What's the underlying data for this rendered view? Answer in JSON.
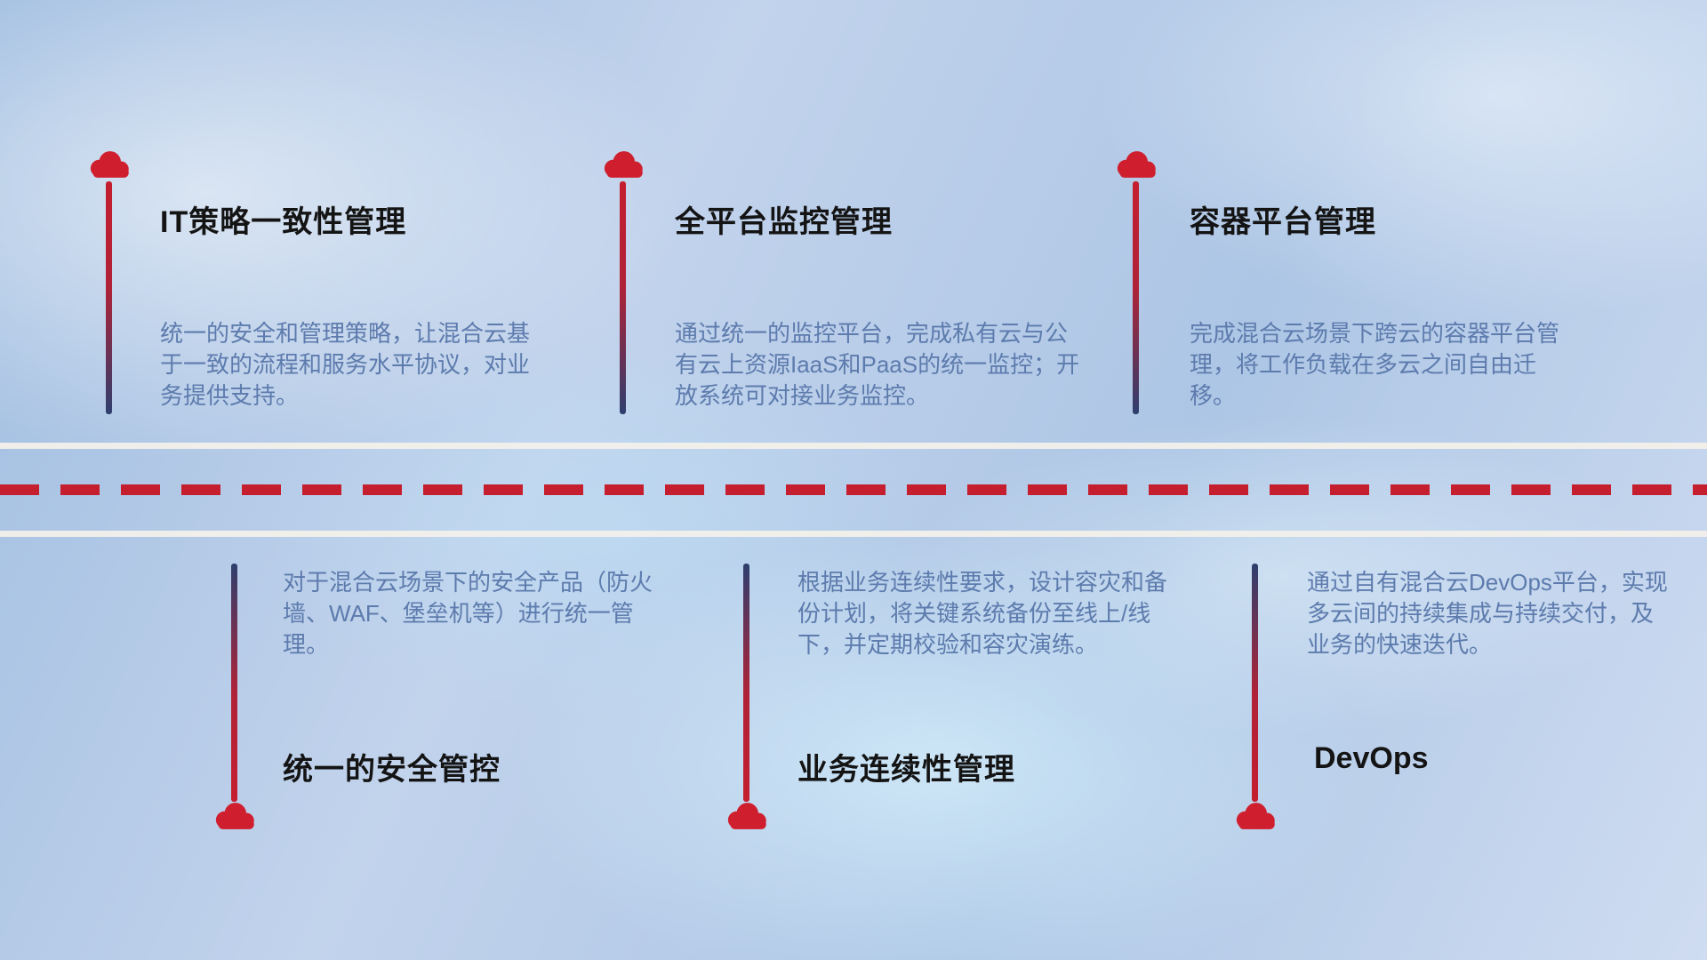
{
  "diagram": {
    "type": "roadmap-infographic",
    "top_items": [
      {
        "title": "IT策略一致性管理",
        "description": "统一的安全和管理策略，让混合云基于一致的流程和服务水平协议，对业务提供支持。"
      },
      {
        "title": "全平台监控管理",
        "description": "通过统一的监控平台，完成私有云与公有云上资源IaaS和PaaS的统一监控；开放系统可对接业务监控。"
      },
      {
        "title": "容器平台管理",
        "description": "完成混合云场景下跨云的容器平台管理，将工作负载在多云之间自由迁移。"
      }
    ],
    "bottom_items": [
      {
        "title": "统一的安全管控",
        "description": "对于混合云场景下的安全产品（防火墙、WAF、堡垒机等）进行统一管理。"
      },
      {
        "title": "业务连续性管理",
        "description": "根据业务连续性要求，设计容灾和备份计划，将关键系统备份至线上/线下，并定期校验和容灾演练。"
      },
      {
        "title": "DevOps",
        "description": "通过自有混合云DevOps平台，实现多云间的持续集成与持续交付，及业务的快速迭代。"
      }
    ],
    "colors": {
      "cloud_red": "#cf1f2f",
      "dash_red": "#c41e2f",
      "line_navy": "#2e3f6e",
      "title_text": "#141414",
      "description_text": "#5d7bad",
      "road_white": "#f3f0ea"
    }
  }
}
